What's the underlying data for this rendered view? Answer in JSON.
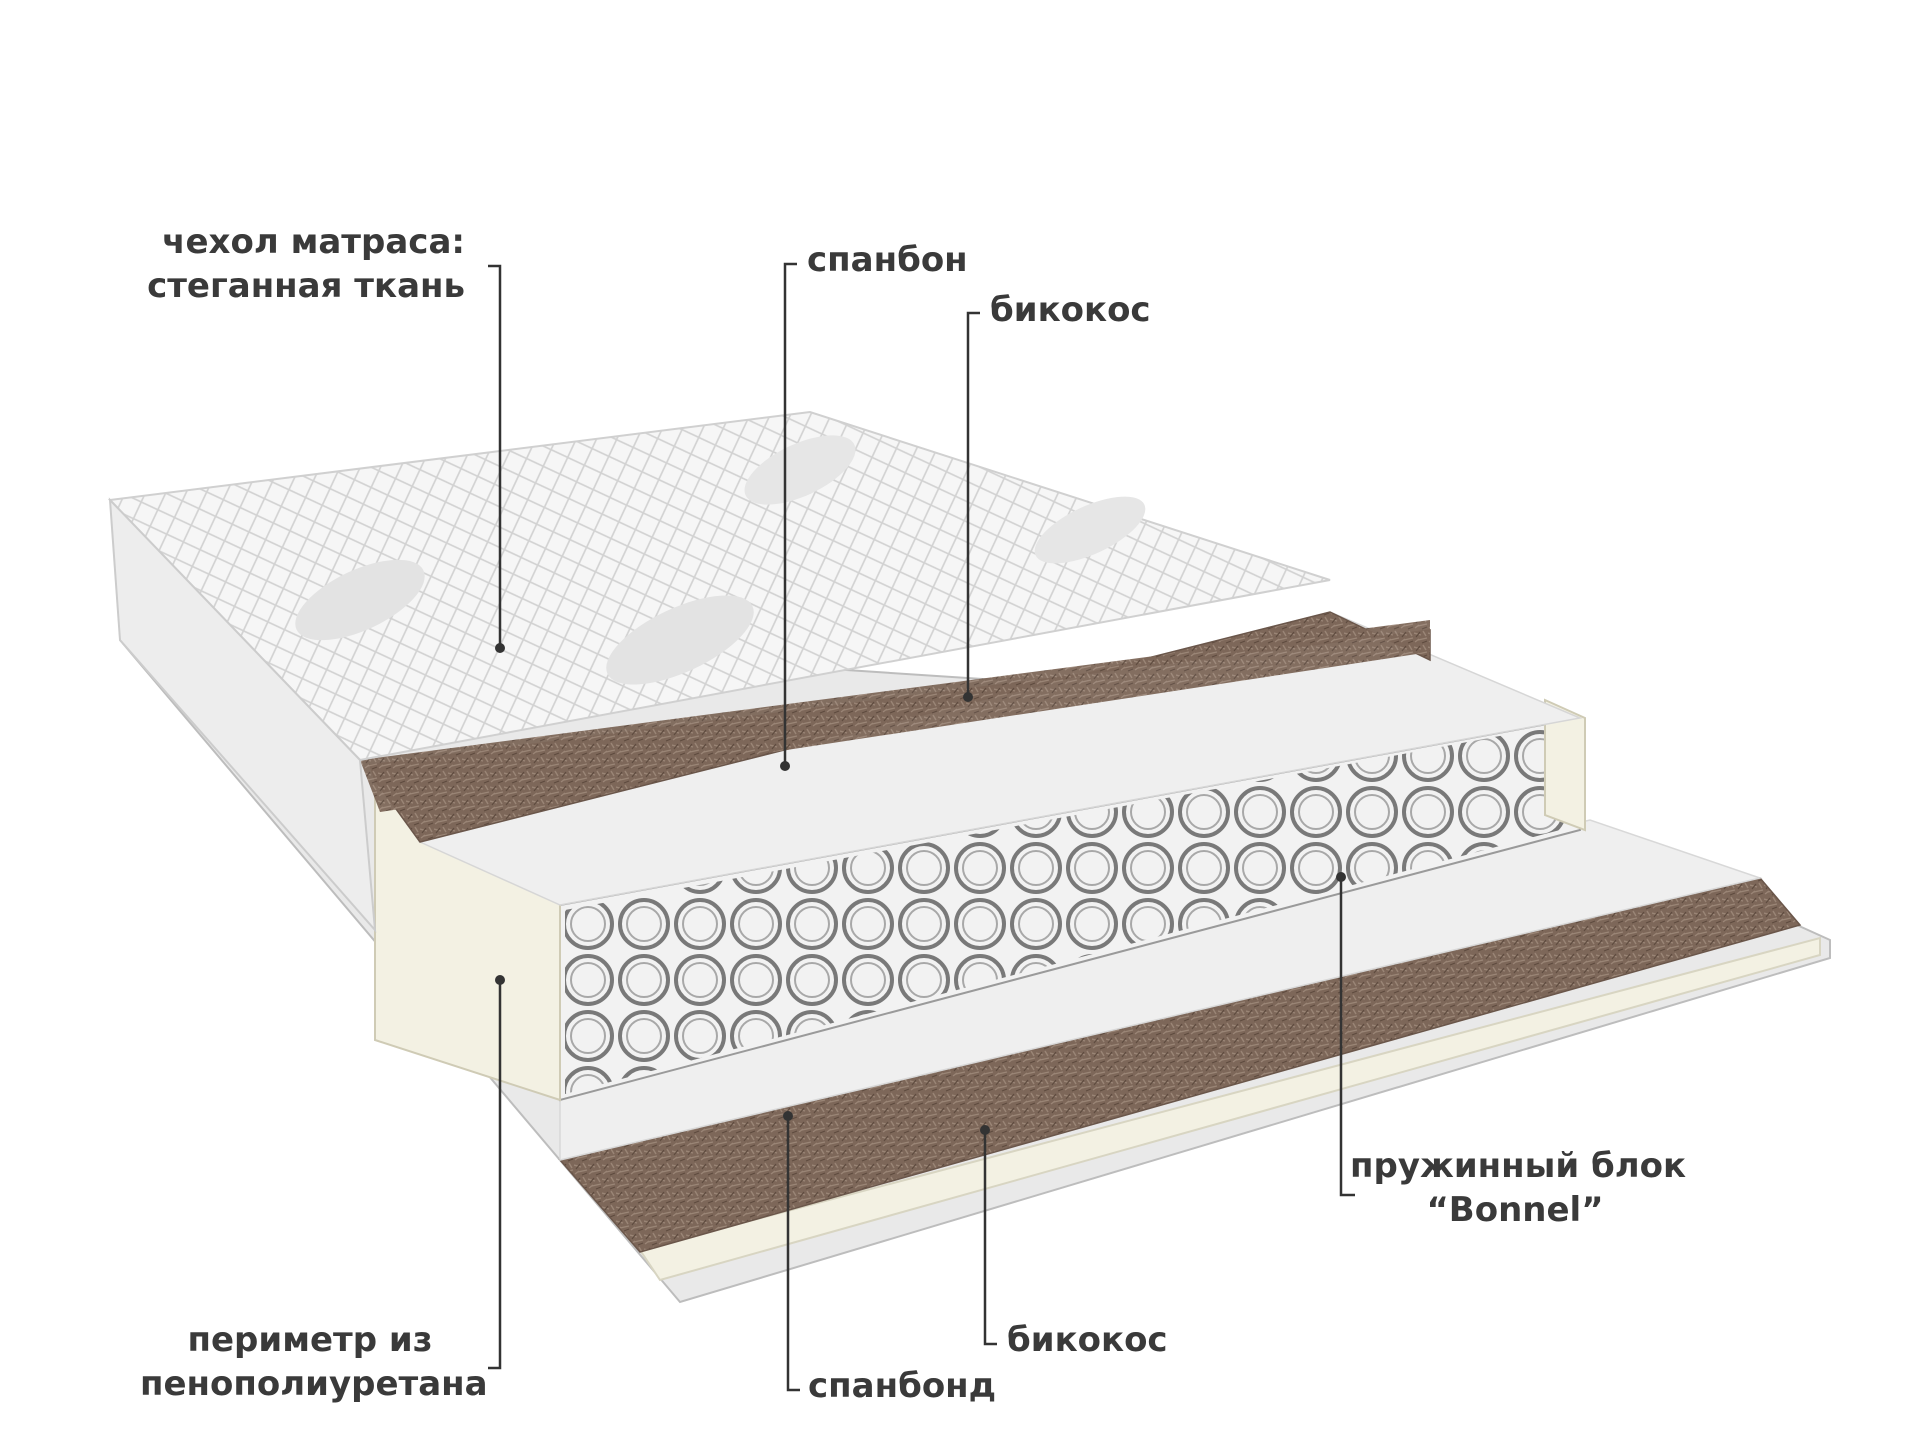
{
  "labels": {
    "cover_line1": "чехол матраса:",
    "cover_line2": "стеганная ткань",
    "spunbond_top": "спанбон",
    "bicoconut_top": "бикокос",
    "spring_line1": "пружинный блок",
    "spring_line2": "“Bonnel”",
    "bicoconut_bottom": "бикокос",
    "spunbond_bottom": "спанбонд",
    "perimeter_line1": "периметр из",
    "perimeter_line2": "пенополиуретана"
  },
  "colors": {
    "label_text": "#3a3a3a",
    "leader_line": "#333333",
    "quilted_cover": "#f4f4f4",
    "quilt_stitch": "#cfcfcf",
    "coconut": "#7d6759",
    "spunbond": "#efefef",
    "foam": "#f3f1e3",
    "spring_wire": "#6b6b6b"
  }
}
